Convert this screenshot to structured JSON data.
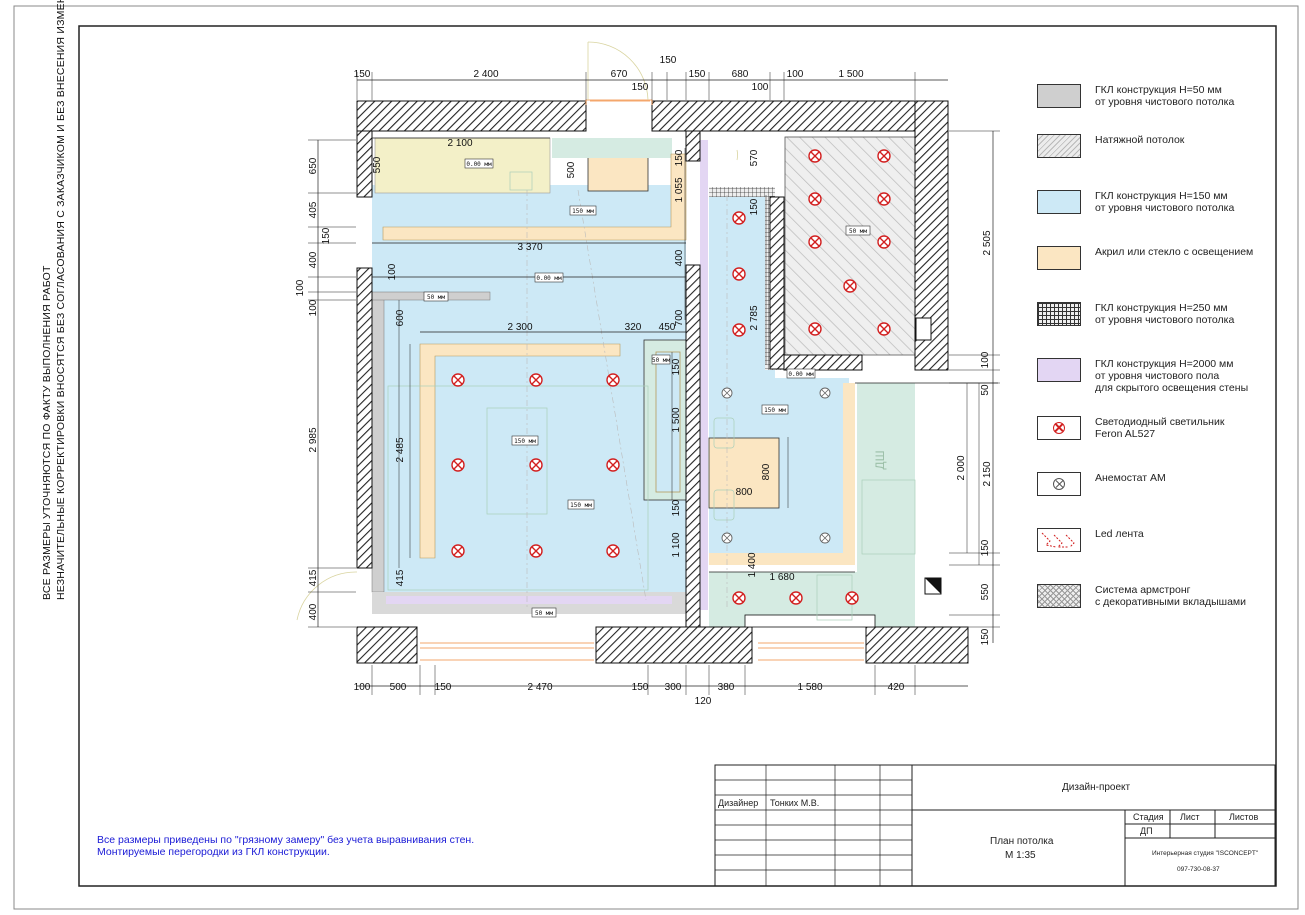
{
  "side_notes": {
    "line1": "ВСЕ РАЗМЕРЫ УТОЧНЯЮТСЯ ПО ФАКТУ ВЫПОЛНЕНИЯ РАБОТ",
    "line2": "НЕЗНАЧИТЕЛЬНЫЕ КОРРЕКТИРОВКИ ВНОСЯТСЯ БЕЗ СОГЛАСОВАНИЯ С ЗАКАЗЧИКОМ И БЕЗ ВНЕСЕНИЯ ИЗМЕНЕНИЙ В ПРОЕКТ."
  },
  "dimensions": {
    "top": [
      "150",
      "2 400",
      "670",
      "150",
      "150",
      "680",
      "100",
      "1 500"
    ],
    "top_sub": [
      "150",
      "100"
    ],
    "bottom": [
      "100",
      "500",
      "150",
      "2 470",
      "150",
      "300",
      "380",
      "1 580",
      "420"
    ],
    "bottom_sub": "120",
    "left": [
      "650",
      "405",
      "150",
      "400",
      "100",
      "100",
      "2 985",
      "415",
      "400"
    ],
    "right": [
      "2 505",
      "100",
      "50",
      "2 000",
      "2 150",
      "150",
      "550",
      "150"
    ],
    "inner": [
      "2 100",
      "550",
      "500",
      "1 055",
      "3 370",
      "400",
      "150",
      "570",
      "150",
      "2 785",
      "600",
      "2 300",
      "320",
      "450",
      "700",
      "150",
      "1 500",
      "150",
      "1 100",
      "2 485",
      "415",
      "800",
      "800",
      "1 400",
      "1 680",
      "100"
    ]
  },
  "level_tags": [
    "0.00 мм",
    "150 мм",
    "0.00 мм",
    "50 мм",
    "150 мм",
    "150 мм",
    "50 мм",
    "0.00 мм",
    "150 мм",
    "50 мм",
    "50 мм"
  ],
  "room_label": "ДШ",
  "legend": [
    {
      "swatch": "grey",
      "icon": "",
      "text1": "ГКЛ конструкция Н=50 мм",
      "text2": "от уровня чистового потолка",
      "text3": ""
    },
    {
      "swatch": "hatch",
      "icon": "",
      "text1": "Натяжной потолок",
      "text2": "",
      "text3": ""
    },
    {
      "swatch": "blue",
      "icon": "",
      "text1": "ГКЛ конструкция Н=150 мм",
      "text2": "от уровня чистового потолка",
      "text3": ""
    },
    {
      "swatch": "acryl",
      "icon": "",
      "text1": "Акрил или стекло с освещением",
      "text2": "",
      "text3": ""
    },
    {
      "swatch": "grid",
      "icon": "",
      "text1": "ГКЛ конструкция Н=250 мм",
      "text2": "от уровня чистового потолка",
      "text3": ""
    },
    {
      "swatch": "violet",
      "icon": "",
      "text1": "ГКЛ конструкция Н=2000 мм",
      "text2": "от уровня чистового пола",
      "text3": "для скрытого освещения стены"
    },
    {
      "swatch": "plain",
      "icon": "lamp-icon",
      "text1": "Светодиодный светильник",
      "text2": "Feron AL527",
      "text3": ""
    },
    {
      "swatch": "plain",
      "icon": "anemostat-icon",
      "text1": "Анемостат АМ",
      "text2": "",
      "text3": ""
    },
    {
      "swatch": "plain",
      "icon": "led-strip-icon",
      "text1": "Led лента",
      "text2": "",
      "text3": ""
    },
    {
      "swatch": "armstrong",
      "icon": "",
      "text1": "Система армстронг",
      "text2": "с декоративными вкладышами",
      "text3": ""
    }
  ],
  "notes": {
    "line1": "Все размеры приведены по \"грязному замеру\" без учета выравнивания стен.",
    "line2": "Монтируемые перегородки из ГКЛ конструкции."
  },
  "title_block": {
    "designer_role": "Дизайнер",
    "designer_name": "Тонких М.В.",
    "project": "Дизайн-проект",
    "sheet_title": "План потолка",
    "scale": "М 1:35",
    "stage_label": "Стадия",
    "sheet_label": "Лист",
    "sheets_label": "Листов",
    "stage_value": "ДП",
    "studio": "Интерьерная студия \"ISCONCEPT\"",
    "phone": "097-730-08-37"
  },
  "colors": {
    "blue_ceiling": "#cde9f6",
    "acryl": "#fbe6c2",
    "hatch_line": "#b9b9b9",
    "lamp": "#d21f1f",
    "violet": "#e3d6f3",
    "notes_blue": "#1a1ad6",
    "yellow_zone": "#f3f0c8",
    "green_zone": "#d5ebe2"
  }
}
